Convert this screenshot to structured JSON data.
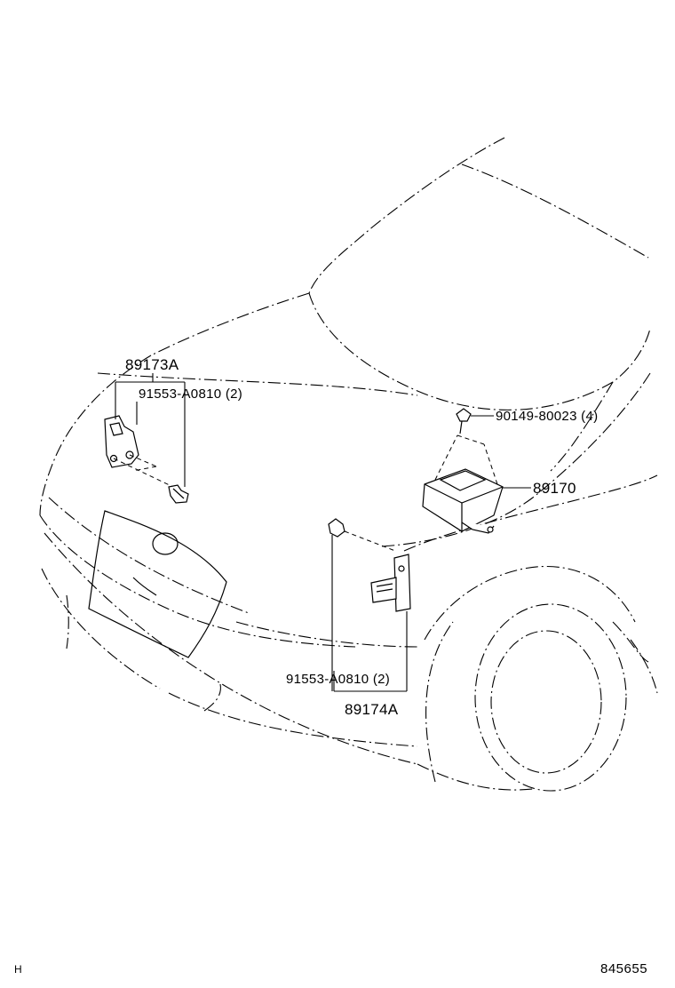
{
  "labels": {
    "sensor_left": "89173A",
    "bolt_left": "91553-A0810 (2)",
    "bolt_top": "90149-80023 (4)",
    "computer": "89170",
    "bolt_center": "91553-A0810 (2)",
    "sensor_right": "89174A"
  },
  "footer": {
    "left_code": "H",
    "diagram_number": "845655"
  }
}
